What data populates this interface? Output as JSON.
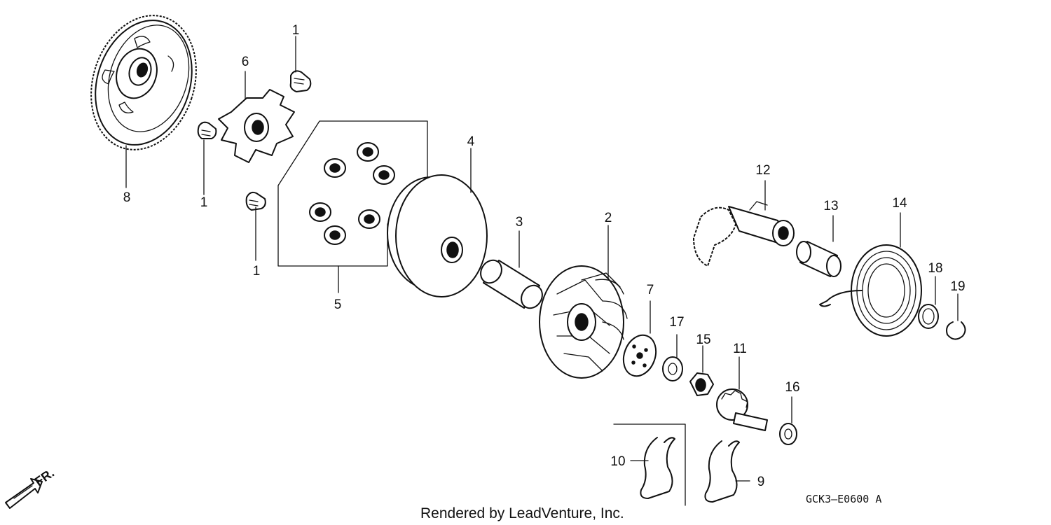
{
  "diagram": {
    "credit": "Rendered by LeadVenture, Inc.",
    "code": "GCK3–E0600 A",
    "fr_label": "FR.",
    "callouts": {
      "c1a": "1",
      "c1b": "1",
      "c1c": "1",
      "c2": "2",
      "c3": "3",
      "c4": "4",
      "c5": "5",
      "c6": "6",
      "c7": "7",
      "c8": "8",
      "c9": "9",
      "c10": "10",
      "c11": "11",
      "c12": "12",
      "c13": "13",
      "c14": "14",
      "c15": "15",
      "c16": "16",
      "c17": "17",
      "c18": "18",
      "c19": "19"
    }
  }
}
